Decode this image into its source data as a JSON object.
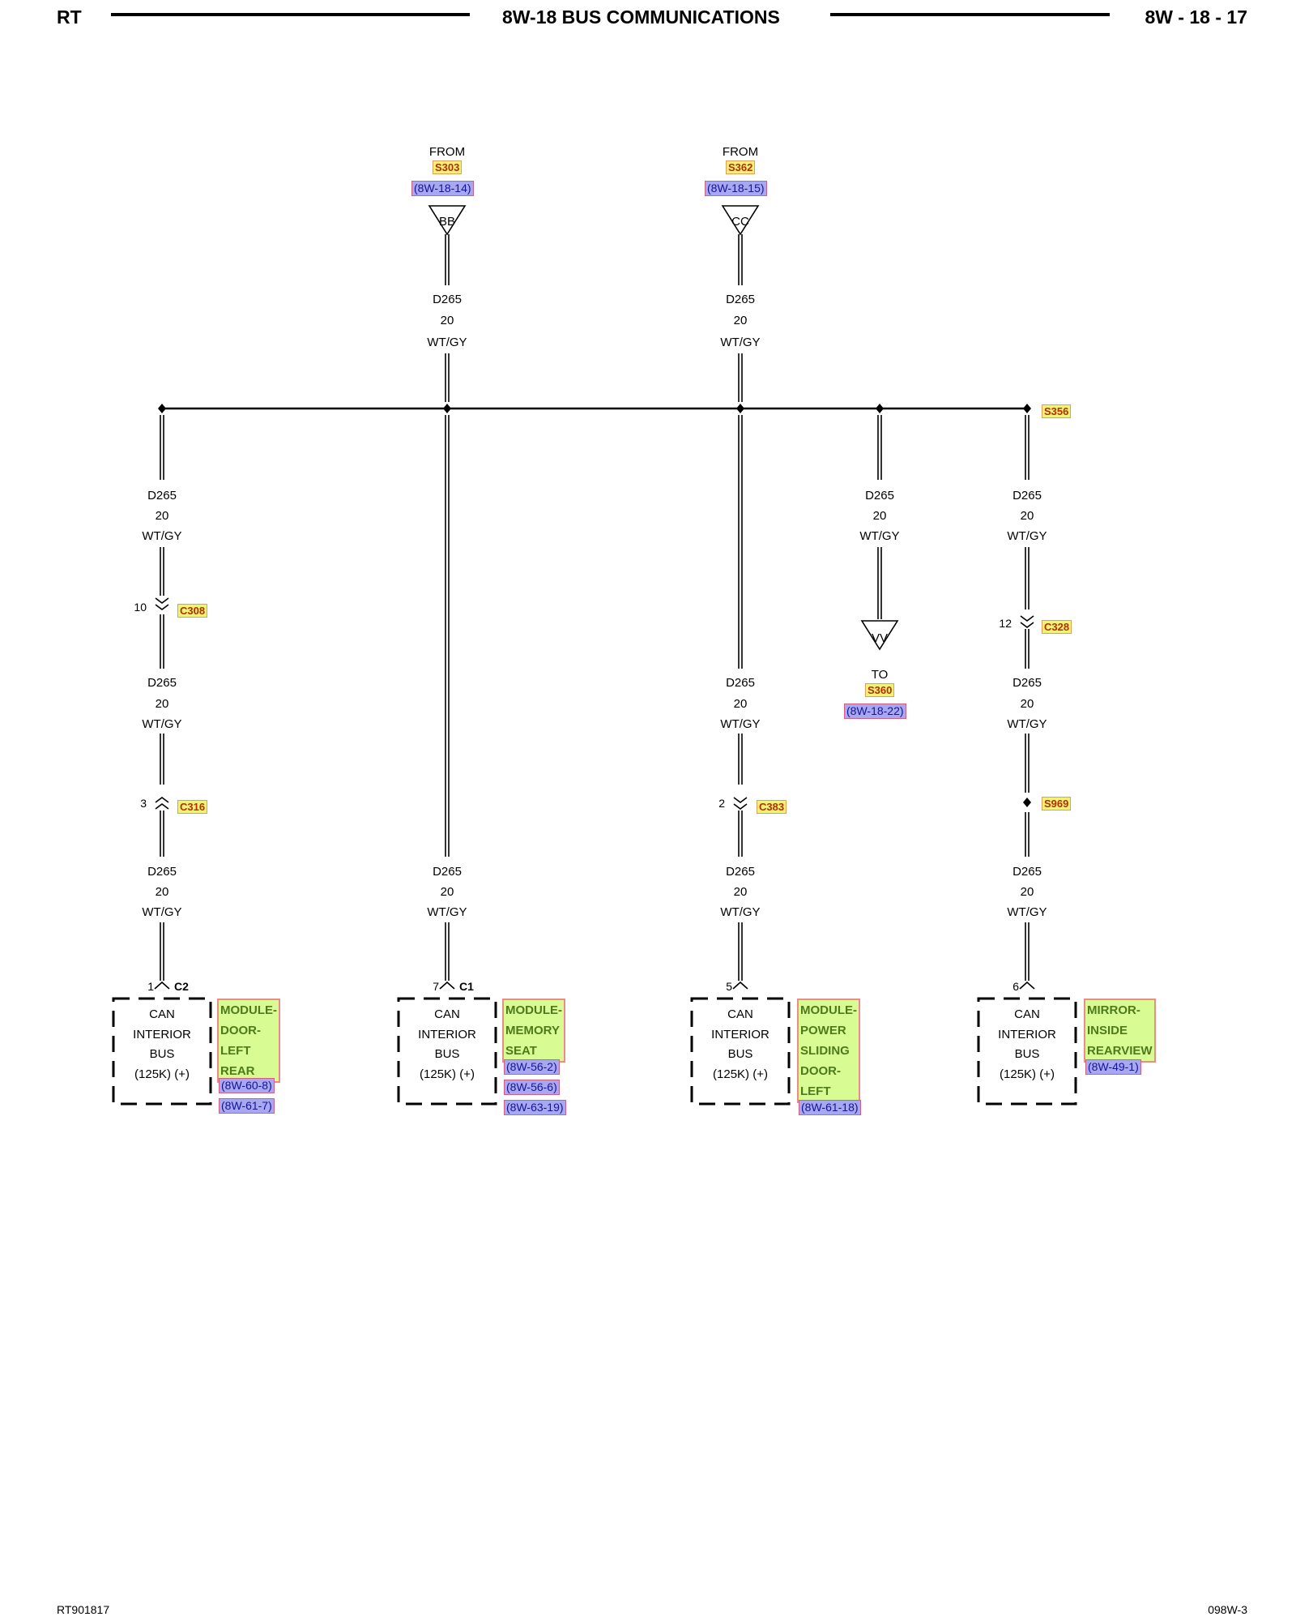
{
  "header": {
    "left": "RT",
    "title": "8W-18 BUS COMMUNICATIONS",
    "right": "8W - 18 - 17"
  },
  "footer": {
    "left": "RT901817",
    "right": "098W-3"
  },
  "top_sources": [
    {
      "from": "FROM",
      "splice": "S303",
      "ref": "(8W-18-14)",
      "connector": "BB"
    },
    {
      "from": "FROM",
      "splice": "S362",
      "ref": "(8W-18-15)",
      "connector": "CC"
    }
  ],
  "wire": {
    "circuit": "D265",
    "gauge": "20",
    "color": "WT/GY"
  },
  "splices": {
    "main": "S356",
    "mirror_branch": "S969"
  },
  "inline_connectors": {
    "c308": {
      "name": "C308",
      "pin": "10"
    },
    "c316": {
      "name": "C316",
      "pin": "3"
    },
    "c383": {
      "name": "C383",
      "pin": "2"
    },
    "c328": {
      "name": "C328",
      "pin": "12"
    }
  },
  "branch_to": {
    "to": "TO",
    "splice": "S360",
    "ref": "(8W-18-22)",
    "connector": "VV"
  },
  "components": [
    {
      "pin": "1",
      "connector": "C2",
      "line1": "CAN",
      "line2": "INTERIOR",
      "line3": "BUS",
      "line4": "(125K) (+)",
      "module": "MODULE-\nDOOR-\nLEFT\nREAR",
      "refs": [
        "(8W-60-8)",
        "(8W-61-7)"
      ]
    },
    {
      "pin": "7",
      "connector": "C1",
      "line1": "CAN",
      "line2": "INTERIOR",
      "line3": "BUS",
      "line4": "(125K) (+)",
      "module": "MODULE-\nMEMORY\nSEAT",
      "refs": [
        "(8W-56-2)",
        "(8W-56-6)",
        "(8W-63-19)"
      ]
    },
    {
      "pin": "5",
      "connector": "",
      "line1": "CAN",
      "line2": "INTERIOR",
      "line3": "BUS",
      "line4": "(125K) (+)",
      "module": "MODULE-\nPOWER\nSLIDING\nDOOR-\nLEFT",
      "refs": [
        "(8W-61-18)"
      ]
    },
    {
      "pin": "6",
      "connector": "",
      "line1": "CAN",
      "line2": "INTERIOR",
      "line3": "BUS",
      "line4": "(125K) (+)",
      "module": "MIRROR-\nINSIDE\nREARVIEW",
      "refs": [
        "(8W-49-1)"
      ]
    }
  ]
}
